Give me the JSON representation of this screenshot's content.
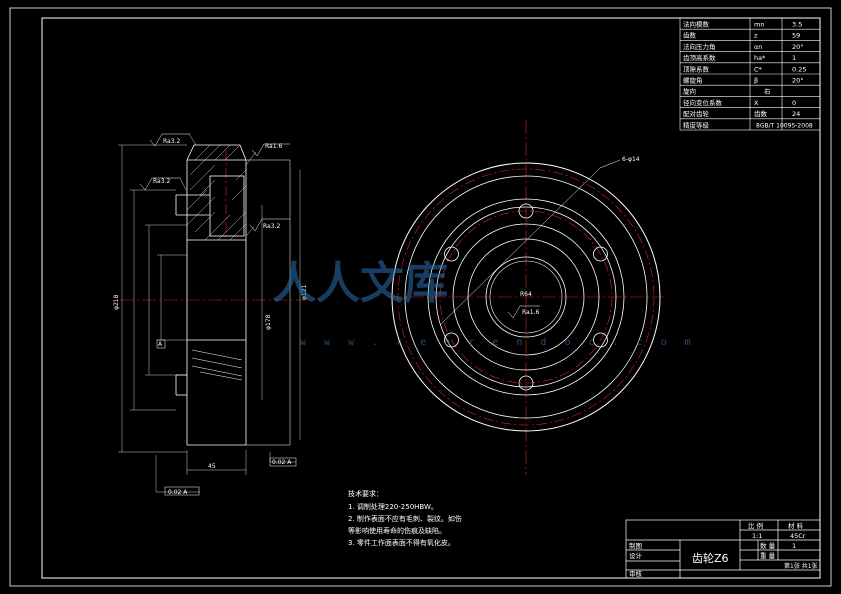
{
  "params": {
    "rows": [
      {
        "name": "法向模数",
        "symbol": "mn",
        "value": "3.5"
      },
      {
        "name": "齿数",
        "symbol": "z",
        "value": "59"
      },
      {
        "name": "法向压力角",
        "symbol": "αn",
        "value": "20°"
      },
      {
        "name": "齿顶高系数",
        "symbol": "ha*",
        "value": "1"
      },
      {
        "name": "顶隙系数",
        "symbol": "C*",
        "value": "0.25"
      },
      {
        "name": "螺旋角",
        "symbol": "β",
        "value": "20°"
      },
      {
        "name": "旋向",
        "symbol": "",
        "value": "右"
      },
      {
        "name": "径向变位系数",
        "symbol": "X",
        "value": "0"
      },
      {
        "name": "配对齿轮",
        "symbol": "齿数",
        "value": "24"
      },
      {
        "name": "精度等级",
        "symbol": "",
        "value": "8GB/T 10095-2008"
      }
    ]
  },
  "tech": {
    "title": "技术要求：",
    "items": [
      "1.  调制处理220-250HBW。",
      "2.  制作表面不应有毛刺、裂纹。如伤",
      "    等影响使用寿命的伤痕及缺陷。",
      "3.  零件工作面表面不得有氧化皮。"
    ]
  },
  "titleblock": {
    "part_name": "齿轮Z6",
    "scale_label": "比 例",
    "material_label": "材 料",
    "scale_value": "1:1",
    "material_value": "45Cr",
    "qty_label": "数 量",
    "qty_value": "1",
    "weight_label": "重 量",
    "drawn_label": "制图",
    "design_label": "设计",
    "check_label": "审核",
    "sheet_info": "第1张 共1张"
  },
  "annotations": {
    "ra_top": "Ra3.2",
    "ra_right_top": "Ra1.6",
    "ra_left": "Ra3.2",
    "ra_mid": "Ra3.2",
    "ra_center": "Ra1.6",
    "dia_outer": "φ218",
    "dia_178": "φ178",
    "dia_bolt": "φ121",
    "hole_label": "6-φ14",
    "datum_a": "A",
    "tol_bottom": "0.02 A",
    "tol_left": "0.02 A",
    "width_dim": "45",
    "r_center": "R64"
  },
  "watermark": {
    "text": "人人文库",
    "url": "w w w . r e n r e n d o c . c o m"
  }
}
